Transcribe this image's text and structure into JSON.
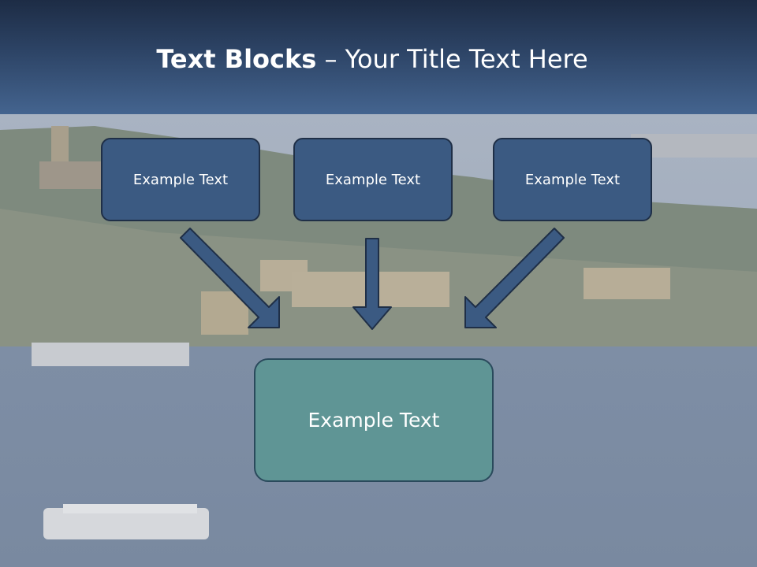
{
  "title": {
    "bold": "Text Blocks",
    "rest": " – Your Title Text Here"
  },
  "boxes": [
    {
      "label": "Example Text"
    },
    {
      "label": "Example Text"
    },
    {
      "label": "Example Text"
    }
  ],
  "target": {
    "label": "Example Text"
  },
  "colors": {
    "box_fill": "#3b5a82",
    "target_fill": "#5f9595",
    "arrow_fill": "#3b5a82",
    "header": "#2d4466"
  }
}
